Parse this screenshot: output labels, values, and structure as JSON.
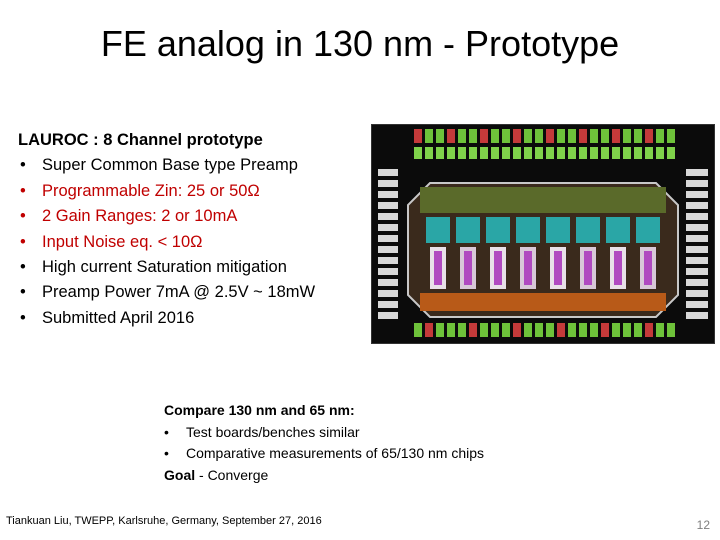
{
  "slide": {
    "title": "FE analog in 130 nm - Prototype",
    "section": {
      "heading": "LAUROC : 8 Channel prototype",
      "bullets": [
        {
          "text": "Super Common Base type Preamp",
          "color": "#000000"
        },
        {
          "text": "Programmable Zin: 25 or 50Ω",
          "color": "#c00000"
        },
        {
          "text": "2 Gain Ranges: 2 or 10mA",
          "color": "#c00000"
        },
        {
          "text": "Input Noise eq. < 10Ω",
          "color": "#c00000"
        },
        {
          "text": "High current Saturation mitigation",
          "color": "#000000"
        },
        {
          "text": "Preamp Power 7mA @ 2.5V ~ 18mW",
          "color": "#000000"
        },
        {
          "text": "Submitted April 2016",
          "color": "#000000"
        }
      ],
      "bullet_glyph": "•"
    },
    "compare": {
      "heading": "Compare 130 nm and 65 nm:",
      "items": [
        "Test boards/benches similar",
        "Comparative measurements of 65/130 nm chips"
      ],
      "goal_label": "Goal",
      "goal_text": " - Converge"
    },
    "footer": "Tiankuan Liu, TWEPP, Karlsruhe,  Germany, September 27, 2016",
    "page_number": "12",
    "chip_image": {
      "icon": "chip-layout-image"
    }
  }
}
